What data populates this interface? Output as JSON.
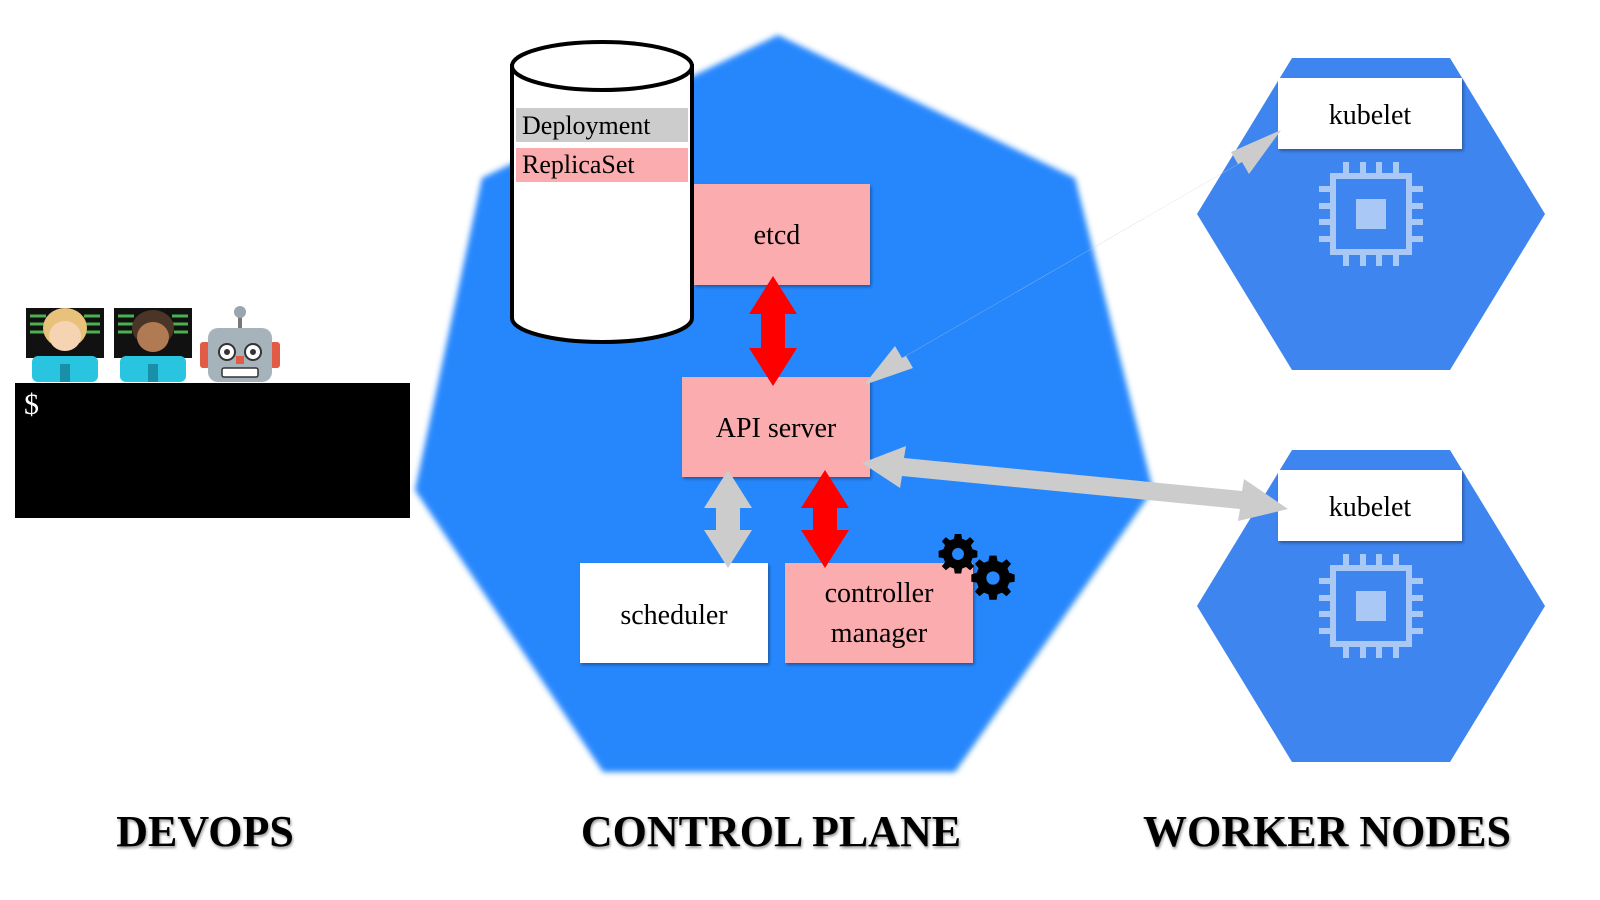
{
  "colors": {
    "control_plane_blue": "#2787fd",
    "worker_blue": "#3f85ef",
    "component_pink": "#fbacae",
    "deployment_gray": "#cccccc",
    "red_arrow": "#ff0000",
    "gray_arrow": "#cccccc",
    "terminal_bg": "#000000",
    "chip_icon": "#a9c8f5"
  },
  "devops": {
    "section_label": "DEVOPS",
    "terminal_prompt": "$",
    "actors": [
      "technologist-icon",
      "technologist-icon",
      "robot-icon"
    ]
  },
  "control_plane": {
    "section_label": "CONTROL PLANE",
    "datastore": {
      "rows": [
        "Deployment",
        "ReplicaSet"
      ]
    },
    "components": {
      "etcd": "etcd",
      "api_server": "API server",
      "scheduler": "scheduler",
      "controller_manager_line1": "controller",
      "controller_manager_line2": "manager"
    }
  },
  "worker_nodes": {
    "section_label": "WORKER NODES",
    "nodes": [
      {
        "agent": "kubelet",
        "icon": "chip-icon"
      },
      {
        "agent": "kubelet",
        "icon": "chip-icon"
      }
    ]
  }
}
